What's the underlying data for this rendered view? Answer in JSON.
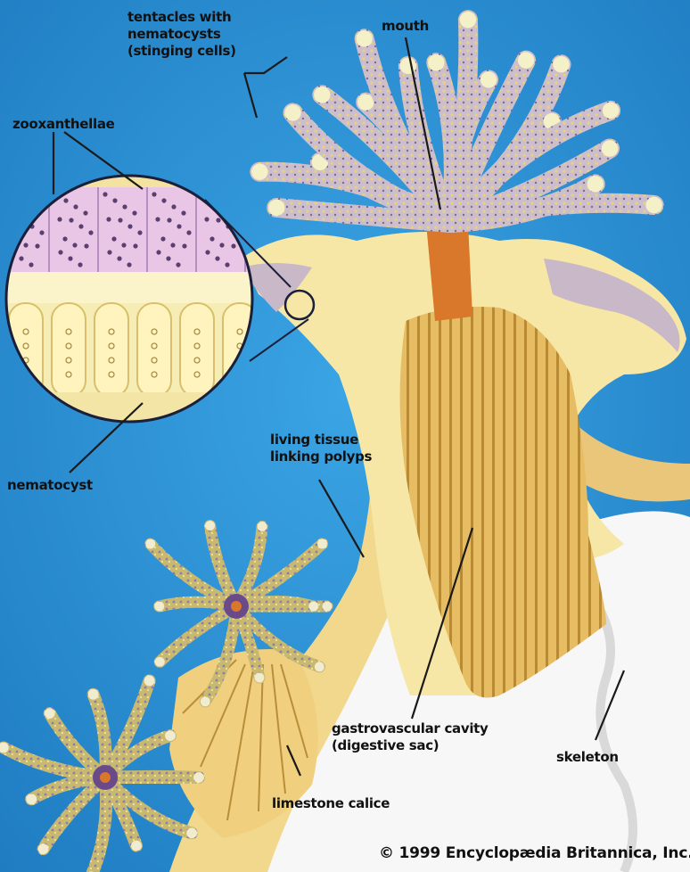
{
  "labels": {
    "tentacles": "tentacles with\nnematocysts\n(stinging cells)",
    "mouth": "mouth",
    "zooxanthellae": "zooxanthellae",
    "nematocyst": "nematocyst",
    "living_tissue": "living tissue\nlinking polyps",
    "gastrovascular": "gastrovascular cavity\n(digestive sac)",
    "skeleton": "skeleton",
    "limestone": "limestone calice"
  },
  "copyright": "© 1999 Encyclopædia Britannica, Inc.",
  "colors": {
    "water": "#2a8fd4",
    "tissue": "#f6e7a6",
    "tentacle": "#c9b8c8",
    "mouth": "#d9782a",
    "cavity": "#e0b35a",
    "zooxanthellae_cells": "#e9c6e6",
    "skeleton": "#f7f7f7"
  }
}
